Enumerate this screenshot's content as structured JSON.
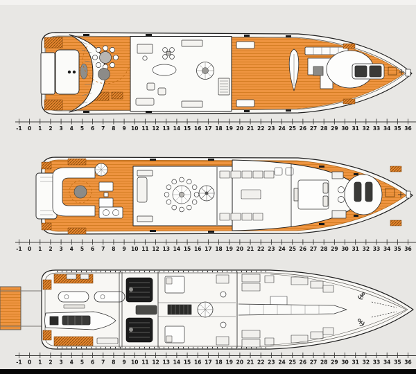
{
  "document": {
    "kind": "yacht-general-arrangement",
    "decks": [
      {
        "id": "sun-deck",
        "position": "top"
      },
      {
        "id": "main-deck",
        "position": "middle"
      },
      {
        "id": "lower-deck",
        "position": "bottom"
      }
    ]
  },
  "colors": {
    "background": "#e8e7e4",
    "top_strip": "#f3f2f0",
    "deck_orange": "#ee9440",
    "deck_orange_dark": "#c9751f",
    "hull_fill": "#f8f7f4",
    "line_dark": "#1f1f1f",
    "line_mid": "#55534e",
    "gray_fixture": "#8f8e8b",
    "ruler_line": "#3a3a38",
    "ruler_text": "#141414",
    "bottom_bar": "#060606"
  },
  "rulers": {
    "labels": [
      "-1",
      "0",
      "1",
      "2",
      "3",
      "4",
      "5",
      "6",
      "7",
      "8",
      "9",
      "10",
      "11",
      "12",
      "13",
      "14",
      "15",
      "16",
      "17",
      "18",
      "19",
      "20",
      "21",
      "22",
      "23",
      "24",
      "25",
      "26",
      "27",
      "28",
      "29",
      "30",
      "31",
      "32",
      "33",
      "34",
      "35",
      "36"
    ],
    "instances": [
      {
        "id": "ruler-top"
      },
      {
        "id": "ruler-mid"
      },
      {
        "id": "ruler-bottom"
      }
    ]
  }
}
